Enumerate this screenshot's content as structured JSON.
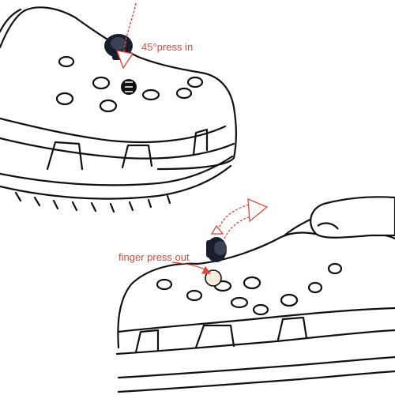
{
  "annotations": {
    "press_in": "45°press in",
    "press_out": "finger press out"
  },
  "colors": {
    "annotation": "#e0463c",
    "line": "#111111",
    "background": "#ffffff"
  },
  "icons": [
    "clog-shoe-top",
    "clog-shoe-bottom",
    "shoe-charm",
    "arrow-curved",
    "finger"
  ]
}
